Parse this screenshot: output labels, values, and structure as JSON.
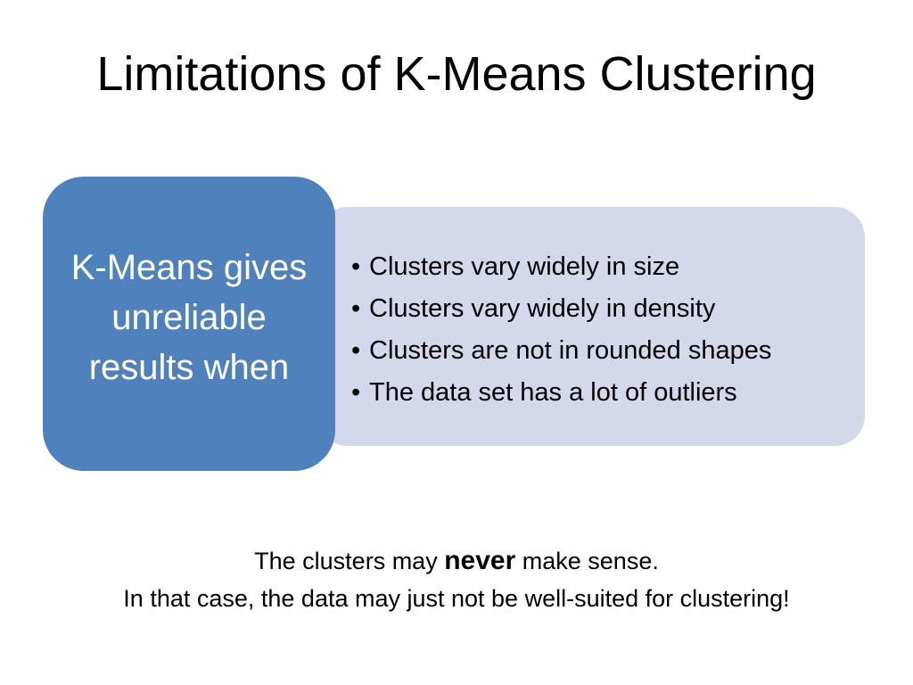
{
  "slide": {
    "title": "Limitations of K-Means Clustering",
    "colors": {
      "heading_box": "#4f81bd",
      "bullets_panel": "#d3d9ea",
      "heading_text": "#ffffff"
    }
  },
  "diagram": {
    "heading": "K-Means gives unreliable results when",
    "bullet_glyph": "•",
    "bullets": [
      "Clusters vary widely in size",
      "Clusters vary widely in density",
      "Clusters are not in rounded shapes",
      "The data set has a lot of outliers"
    ]
  },
  "footer": {
    "line1_before": "The clusters may ",
    "line1_emphasis": "never",
    "line1_after": " make sense.",
    "line2": "In that case, the data may just not be well-suited for clustering!"
  }
}
